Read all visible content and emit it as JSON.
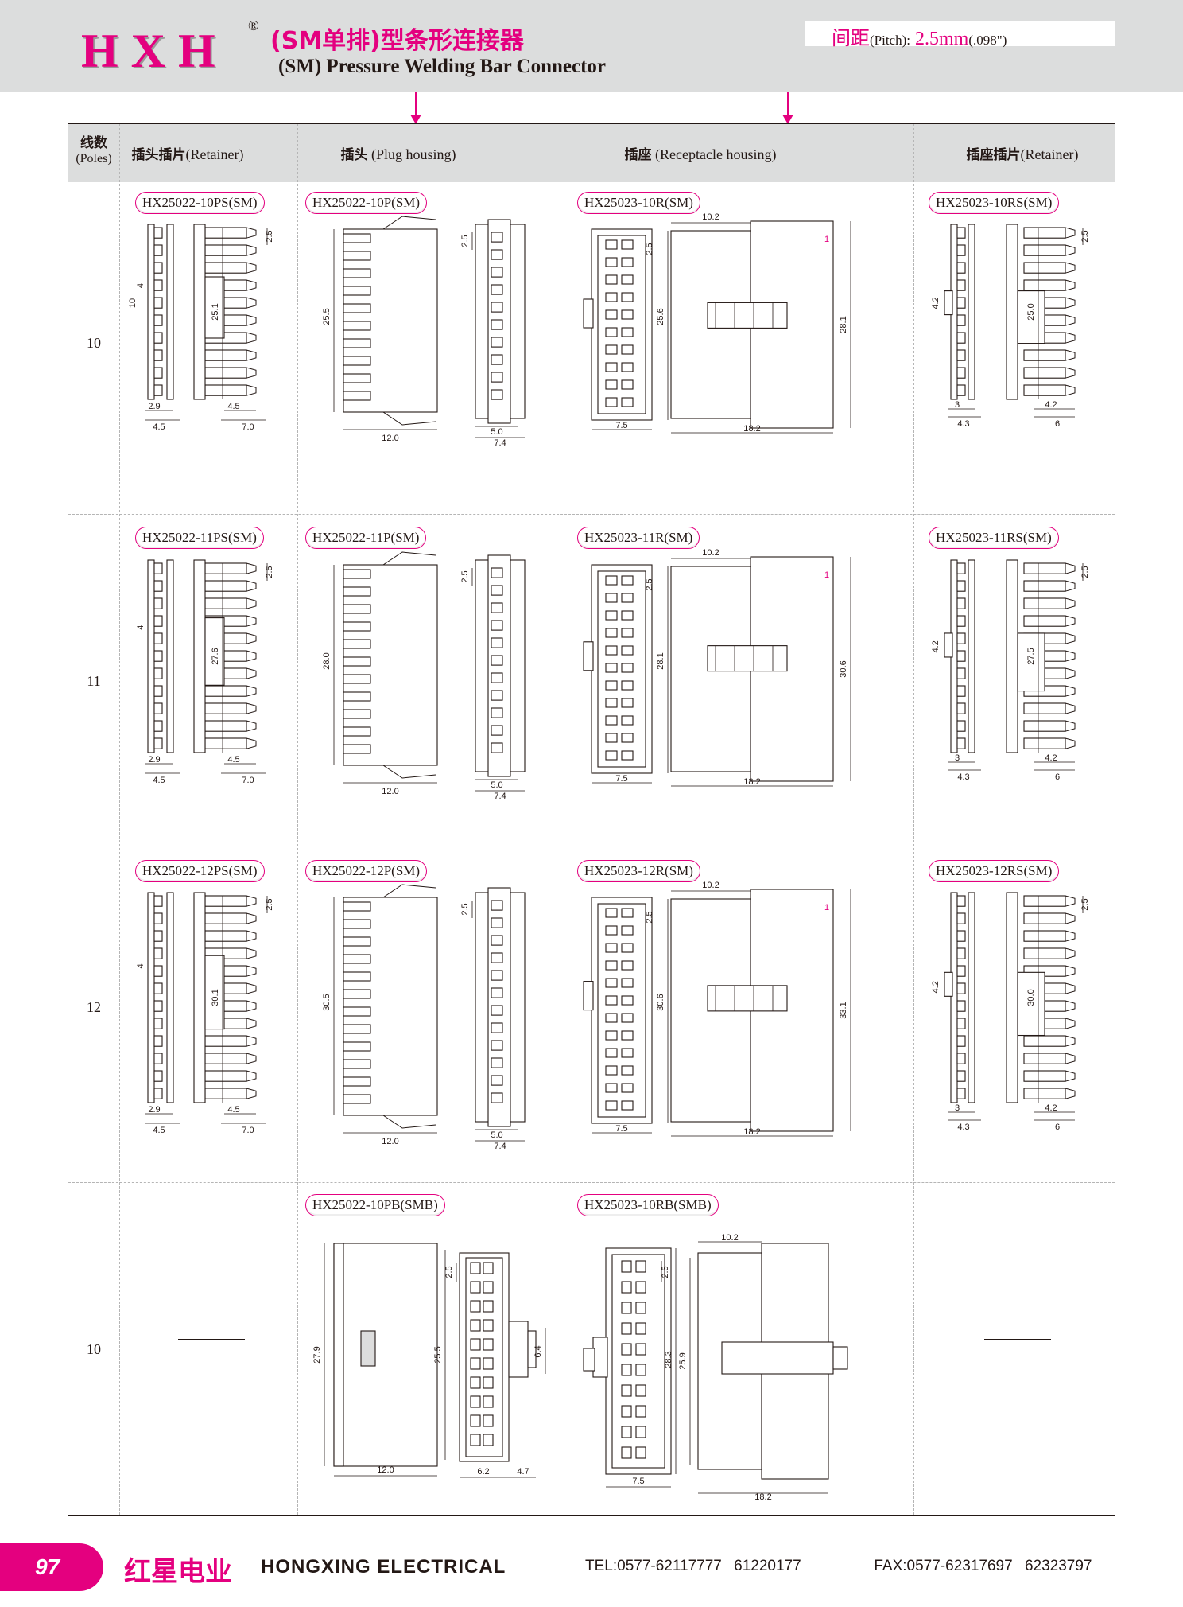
{
  "header": {
    "logo": "HXH",
    "registered_mark": "®",
    "title_cn": "(SM单排)型条形连接器",
    "title_en": "(SM) Pressure Welding Bar Connector",
    "pitch_label_cn": "间距",
    "pitch_label_en": "(Pitch):",
    "pitch_value": "2.5mm",
    "pitch_inch": "(.098\")"
  },
  "table": {
    "columns": {
      "poles_cn": "线数",
      "poles_en": "(Poles)",
      "plug_retainer_cn": "插头插片",
      "plug_retainer_en": "(Retainer)",
      "plug_housing_cn": "插头",
      "plug_housing_en": "(Plug housing)",
      "receptacle_housing_cn": "插座",
      "receptacle_housing_en": "(Receptacle housing)",
      "receptacle_retainer_cn": "插座插片",
      "receptacle_retainer_en": "(Retainer)"
    },
    "rows": [
      {
        "poles": "10",
        "plug_retainer": "HX25022-10PS(SM)",
        "plug_housing": "HX25022-10P(SM)",
        "receptacle_housing": "HX25023-10R(SM)",
        "receptacle_retainer": "HX25023-10RS(SM)",
        "dims": {
          "ps_h": "25.1",
          "p_h": "25.5",
          "r_h": "25.6",
          "r_total": "28.1",
          "rs_h": "25.0",
          "ps_gap": "10"
        }
      },
      {
        "poles": "11",
        "plug_retainer": "HX25022-11PS(SM)",
        "plug_housing": "HX25022-11P(SM)",
        "receptacle_housing": "HX25023-11R(SM)",
        "receptacle_retainer": "HX25023-11RS(SM)",
        "dims": {
          "ps_h": "27.6",
          "p_h": "28.0",
          "r_h": "28.1",
          "r_total": "30.6",
          "rs_h": "27.5",
          "ps_gap": ""
        }
      },
      {
        "poles": "12",
        "plug_retainer": "HX25022-12PS(SM)",
        "plug_housing": "HX25022-12P(SM)",
        "receptacle_housing": "HX25023-12R(SM)",
        "receptacle_retainer": "HX25023-12RS(SM)",
        "dims": {
          "ps_h": "30.1",
          "p_h": "30.5",
          "r_h": "30.6",
          "r_total": "33.1",
          "rs_h": "30.0",
          "ps_gap": ""
        }
      },
      {
        "poles": "10",
        "plug_retainer": "",
        "plug_housing": "HX25022-10PB(SMB)",
        "receptacle_housing": "HX25023-10RB(SMB)",
        "receptacle_retainer": "",
        "dims": {
          "pb_h": "27.9",
          "pb_h2": "25.5",
          "pb_tab": "6.4",
          "pb_w": "12.0",
          "pb_w2": "6.2",
          "pb_w3": "4.7",
          "rb_h": "28.3",
          "rb_h2": "25.9",
          "rb_w": "7.5",
          "rb_len": "18.2",
          "rb_top": "10.2"
        }
      }
    ],
    "common_dims": {
      "pitch": "2.5",
      "ps_w1": "2.9",
      "ps_w2": "4.5",
      "ps_w3": "4.5",
      "ps_w4": "7.0",
      "ps_tab": "4",
      "p_w": "12.0",
      "p_w2": "5.0",
      "p_w3": "7.4",
      "r_w": "7.5",
      "r_len": "18.2",
      "r_top": "10.2",
      "r_pin1": "1",
      "rs_w1": "3",
      "rs_w2": "4.3",
      "rs_w3": "4.2",
      "rs_w4": "6",
      "rs_tab": "4.2"
    }
  },
  "footer": {
    "page": "97",
    "company_cn": "红星电业",
    "company_en": "HONGXING ELECTRICAL",
    "tel": "TEL:0577-62117777 61220177",
    "fax": "FAX:0577-62317697 62323797"
  }
}
